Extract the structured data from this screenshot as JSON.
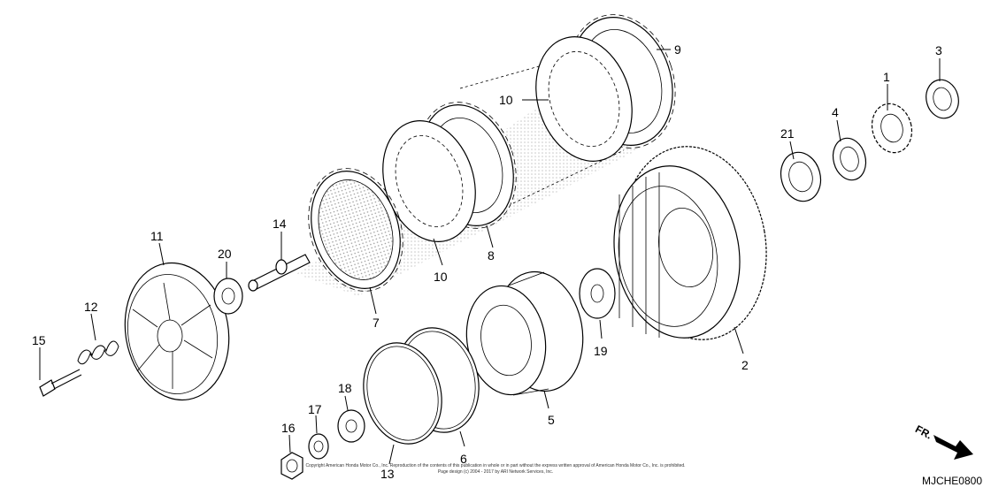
{
  "diagram": {
    "labels": {
      "p1": "1",
      "p2": "2",
      "p3": "3",
      "p4": "4",
      "p5": "5",
      "p6": "6",
      "p7": "7",
      "p8": "8",
      "p9": "9",
      "p10a": "10",
      "p10b": "10",
      "p11": "11",
      "p12": "12",
      "p13": "13",
      "p14": "14",
      "p15": "15",
      "p16": "16",
      "p17": "17",
      "p18": "18",
      "p19": "19",
      "p20": "20",
      "p21": "21"
    },
    "direction_label": "FR.",
    "diagram_code": "MJCHE0800",
    "copyright_line1": "Copyright American Honda Motor Co., Inc. Reproduction of the contents of this publication in whole or in part without the express written approval of American Honda Motor Co., Inc. is prohibited.",
    "copyright_line2": "Page design (c) 2004 - 2017 by ARI Network Services, Inc."
  }
}
